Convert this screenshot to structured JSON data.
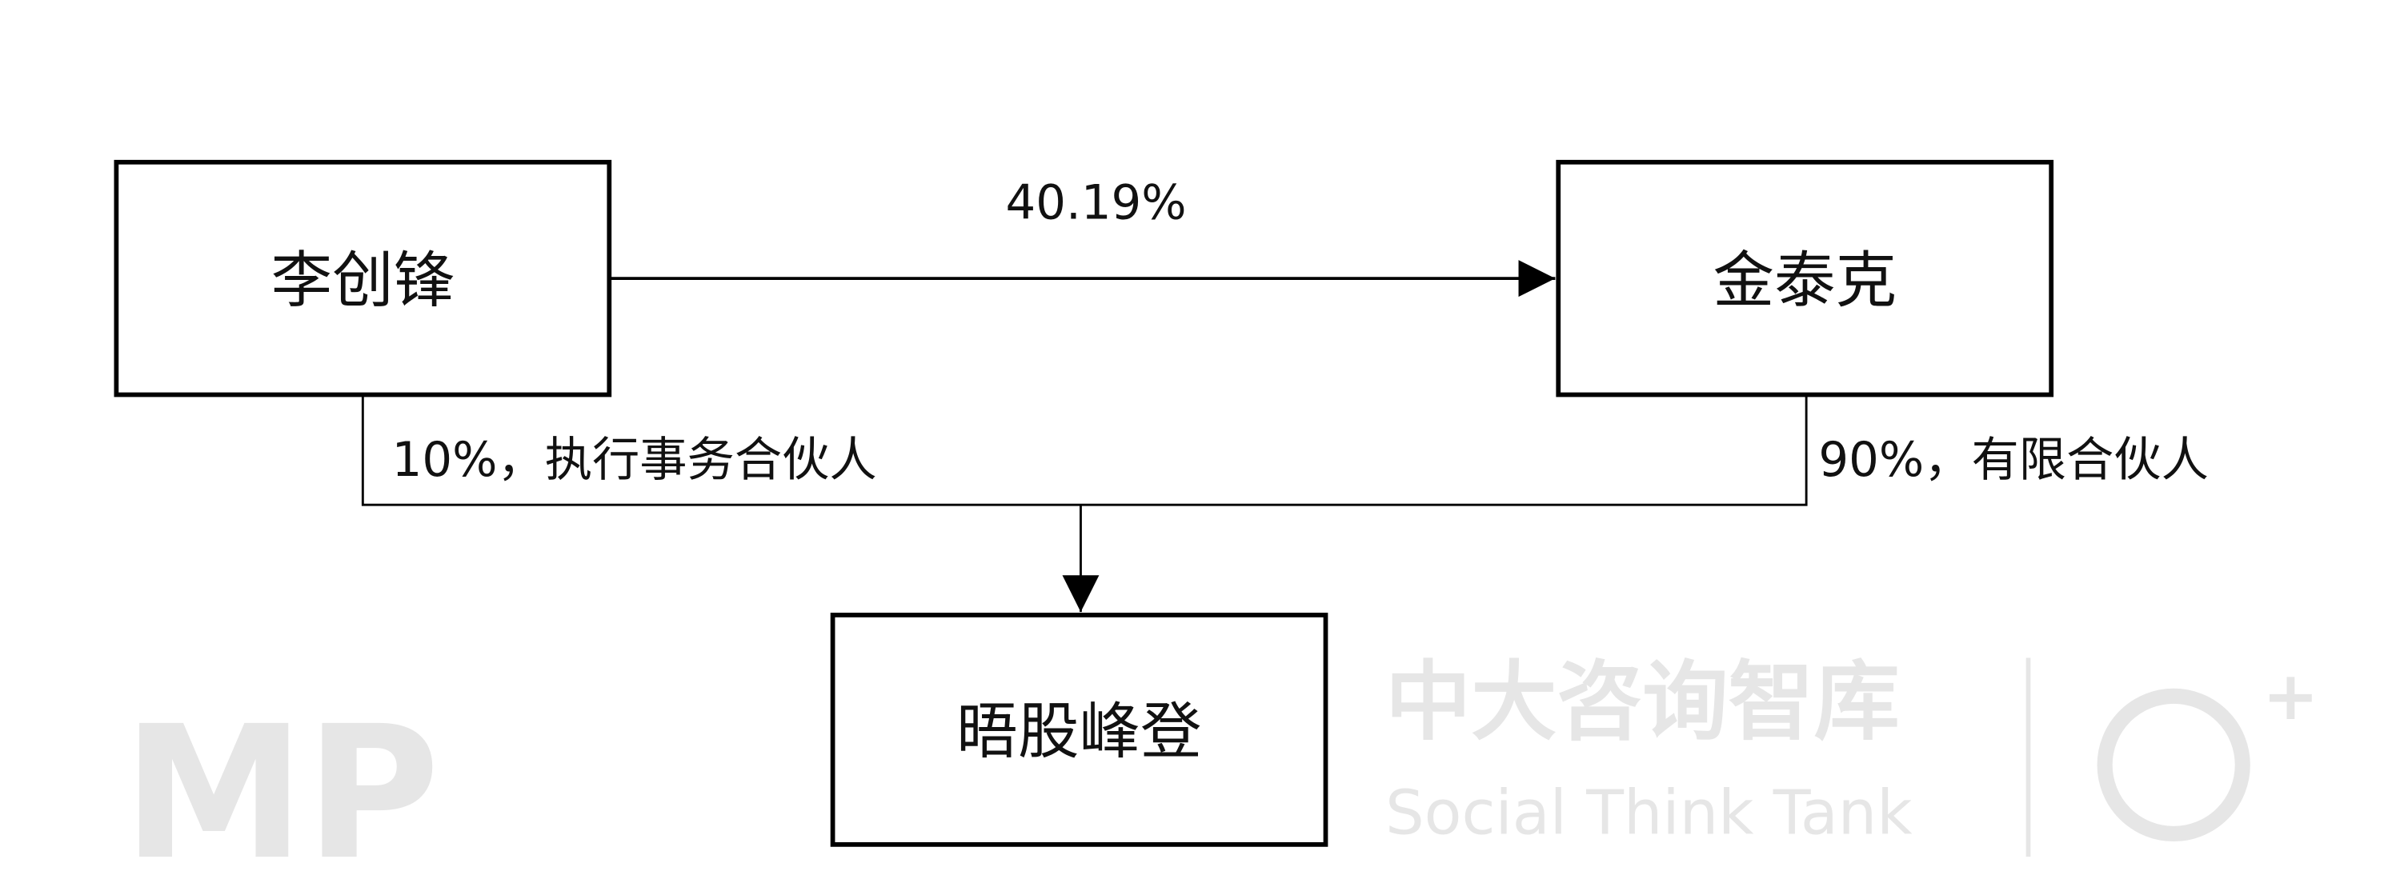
{
  "nodes": {
    "li_chuangfeng": "李创锋",
    "jin_taike": "金泰克",
    "wugu_fengdeng": "晤股峰登"
  },
  "edges": {
    "li_to_jin": "40.19%",
    "li_to_wugu": "10%，执行事务合伙人",
    "jin_to_wugu": "90%，有限合伙人"
  },
  "watermark": {
    "logo": "MP",
    "name_cn": "中大咨询智库",
    "name_en": "Social Think Tank"
  },
  "colors": {
    "line": "#000000",
    "watermark": "#eeeeee"
  }
}
